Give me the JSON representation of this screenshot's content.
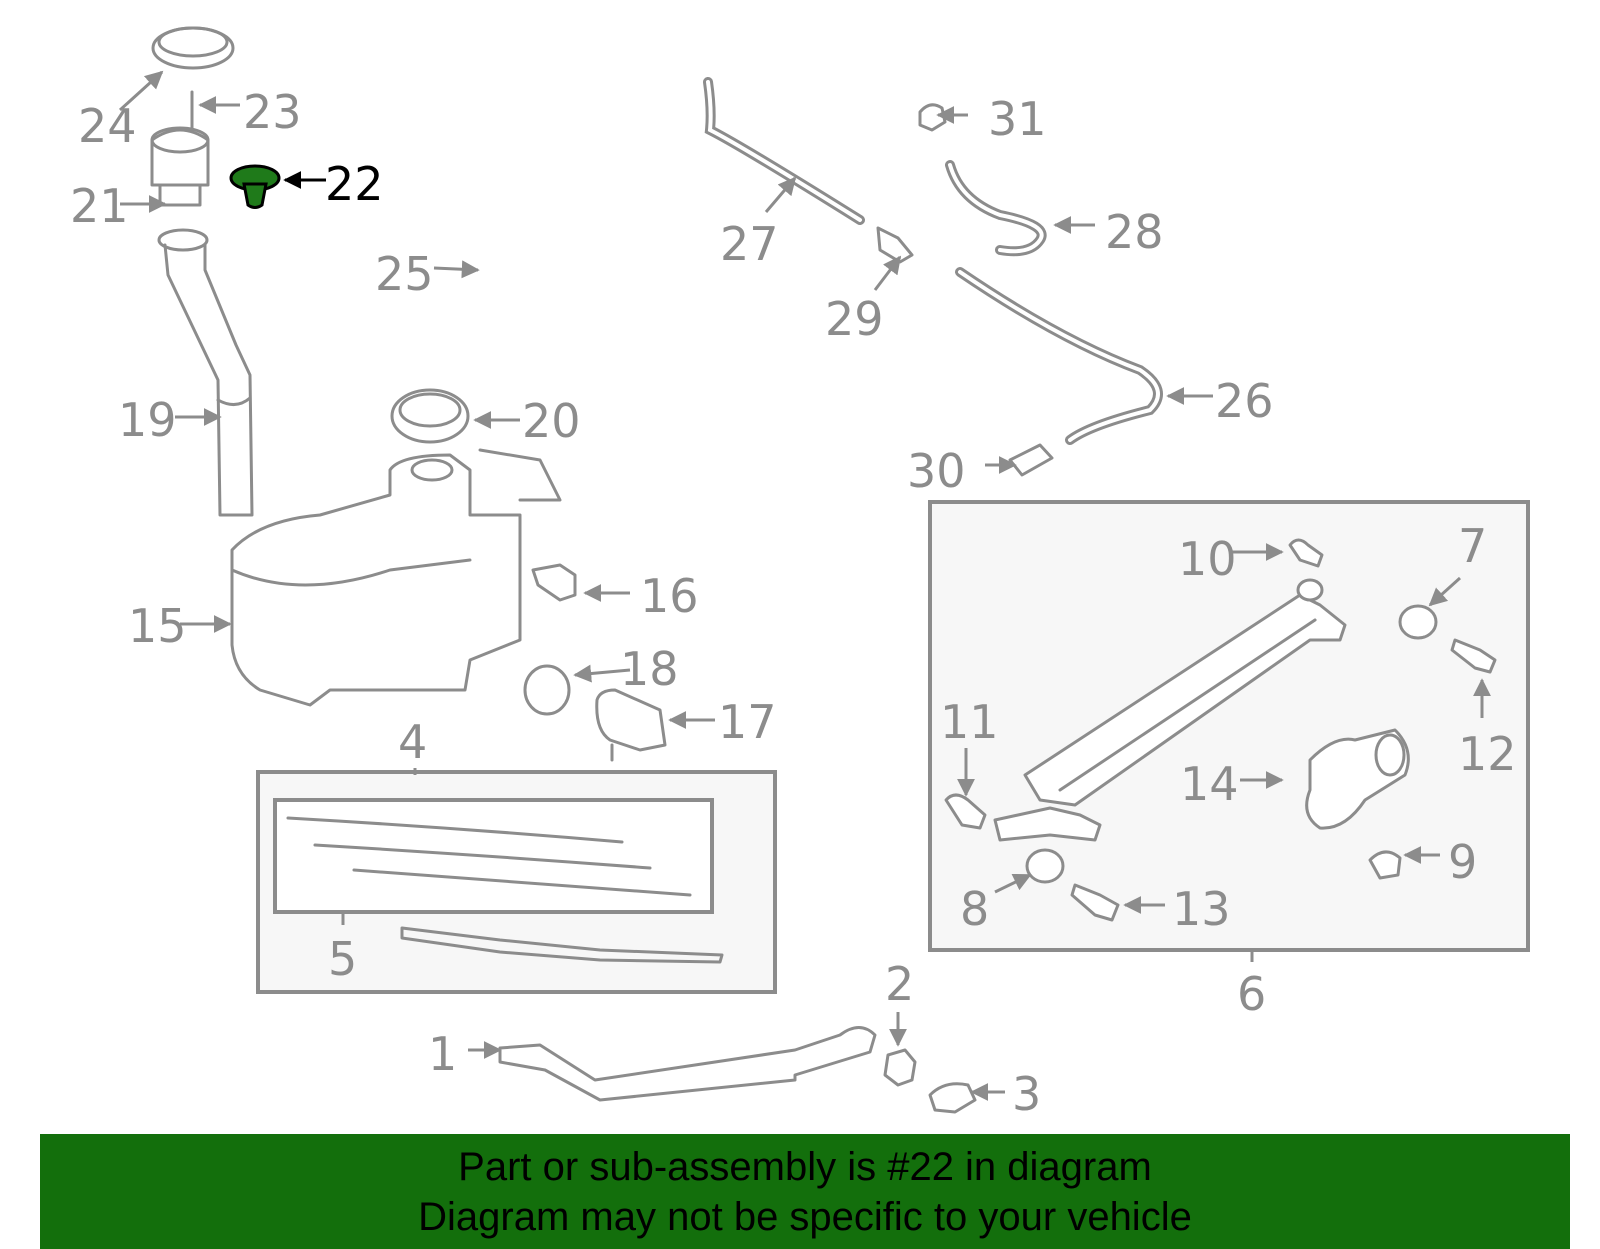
{
  "diagram": {
    "callouts": [
      {
        "id": "c1",
        "label": "1"
      },
      {
        "id": "c2",
        "label": "2"
      },
      {
        "id": "c3",
        "label": "3"
      },
      {
        "id": "c4",
        "label": "4"
      },
      {
        "id": "c5",
        "label": "5"
      },
      {
        "id": "c6",
        "label": "6"
      },
      {
        "id": "c7",
        "label": "7"
      },
      {
        "id": "c8",
        "label": "8"
      },
      {
        "id": "c9",
        "label": "9"
      },
      {
        "id": "c10",
        "label": "10"
      },
      {
        "id": "c11",
        "label": "11"
      },
      {
        "id": "c12",
        "label": "12"
      },
      {
        "id": "c13",
        "label": "13"
      },
      {
        "id": "c14",
        "label": "14"
      },
      {
        "id": "c15",
        "label": "15"
      },
      {
        "id": "c16",
        "label": "16"
      },
      {
        "id": "c17",
        "label": "17"
      },
      {
        "id": "c18",
        "label": "18"
      },
      {
        "id": "c19",
        "label": "19"
      },
      {
        "id": "c20",
        "label": "20"
      },
      {
        "id": "c21",
        "label": "21"
      },
      {
        "id": "c22",
        "label": "22"
      },
      {
        "id": "c23",
        "label": "23"
      },
      {
        "id": "c24",
        "label": "24"
      },
      {
        "id": "c25",
        "label": "25"
      },
      {
        "id": "c26",
        "label": "26"
      },
      {
        "id": "c27",
        "label": "27"
      },
      {
        "id": "c28",
        "label": "28"
      },
      {
        "id": "c29",
        "label": "29"
      },
      {
        "id": "c30",
        "label": "30"
      },
      {
        "id": "c31",
        "label": "31"
      }
    ],
    "highlighted_part": "22",
    "highlight_color": "#1f7a1a"
  },
  "banner": {
    "line1": "Part or sub-assembly is #22 in diagram",
    "line2": "Diagram may not be specific to your vehicle",
    "background": "#136f0c"
  }
}
